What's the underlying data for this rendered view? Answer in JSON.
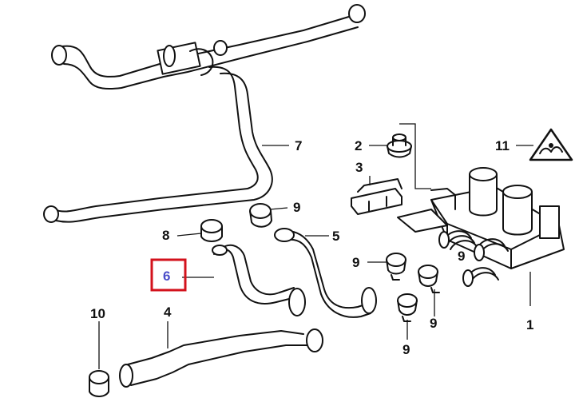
{
  "diagram": {
    "highlight_color": "#d3121c",
    "highlight_text_color": "#4b4ec9",
    "callouts": [
      {
        "id": "c1",
        "text": "1"
      },
      {
        "id": "c2",
        "text": "2"
      },
      {
        "id": "c3",
        "text": "3"
      },
      {
        "id": "c4",
        "text": "4"
      },
      {
        "id": "c5",
        "text": "5"
      },
      {
        "id": "c6",
        "text": "6",
        "highlighted": true
      },
      {
        "id": "c7",
        "text": "7"
      },
      {
        "id": "c8",
        "text": "8"
      },
      {
        "id": "c9a",
        "text": "9"
      },
      {
        "id": "c9b",
        "text": "9"
      },
      {
        "id": "c9c",
        "text": "9"
      },
      {
        "id": "c9d",
        "text": "9"
      },
      {
        "id": "c9e",
        "text": "9"
      },
      {
        "id": "c10",
        "text": "10"
      },
      {
        "id": "c11",
        "text": "11"
      }
    ],
    "icons": [
      "warning-triangle-icon"
    ]
  }
}
